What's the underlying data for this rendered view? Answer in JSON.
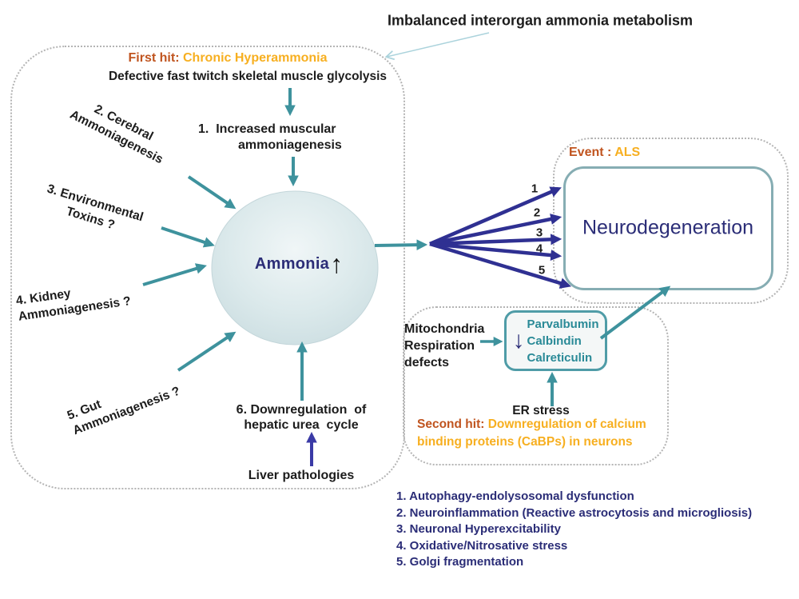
{
  "title": "Imbalanced interorgan ammonia metabolism",
  "left_panel": {
    "first_hit_label": "First hit:",
    "first_hit_value": "Chronic Hyperammonia",
    "subtitle": "Defective fast twitch skeletal muscle glycolysis",
    "muscular_line1": "1.  Increased muscular",
    "muscular_line2": "ammoniagenesis",
    "cerebral_line1": "2. Cerebral",
    "cerebral_line2": "Ammoniagenesis",
    "toxins_line1": "3. Environmental",
    "toxins_line2": "Toxins ?",
    "kidney_line1": "4. Kidney",
    "kidney_line2": "Ammoniagenesis ?",
    "gut_line1": "5. Gut",
    "gut_line2": "Ammoniagenesis ?",
    "urea_line1": "6. Downregulation  of",
    "urea_line2": "hepatic urea  cycle",
    "liver_label": "Liver pathologies",
    "ammonia_label": "Ammonia",
    "ammonia_arrow": "↑"
  },
  "event_panel": {
    "event_label": "Event :",
    "event_value": "ALS",
    "neuro_label": "Neurodegeneration",
    "arrow_numbers": [
      "1",
      "2",
      "3",
      "4",
      "5"
    ]
  },
  "second_panel": {
    "mito_line1": "Mitochondria",
    "mito_line2": "Respiration",
    "mito_line3": "defects",
    "cabp_arrow": "↓",
    "cabp_items": [
      "Parvalbumin",
      "Calbindin",
      "Calreticulin"
    ],
    "er_label": "ER stress",
    "second_hit_label": "Second hit:",
    "second_hit_value": "Downregulation of calcium binding proteins (CaBPs) in neurons"
  },
  "legend": {
    "items": [
      "1. Autophagy-endolysosomal dysfunction",
      "2. Neuroinflammation (Reactive astrocytosis and microgliosis)",
      "3. Neuronal Hyperexcitability",
      "4. Oxidative/Nitrosative stress",
      "5. Golgi fragmentation"
    ]
  },
  "colors": {
    "teal_arrow": "#3E929D",
    "navy_arrow": "#2F3092",
    "liver_arrow": "#3A3AA6",
    "navy_text": "#2B2D77",
    "golden_text": "#F7AF20",
    "rust_text": "#C0541F",
    "teal_text": "#2A8A97",
    "neuro_border": "#86ADB3",
    "cabp_border": "#4F9CA7",
    "dashed_gray": "#B4B4B4",
    "ammonia_ball": "#D8E6E9",
    "title_pointer": "#ABD3DC"
  }
}
